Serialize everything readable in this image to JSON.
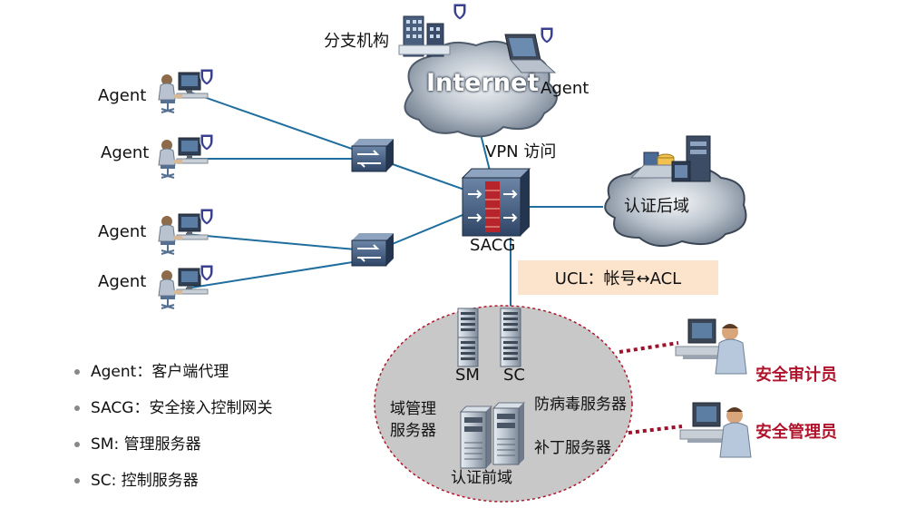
{
  "branch": {
    "label": "分支机构",
    "cloud_label": "Internet",
    "agent_label": "Agent"
  },
  "agents": [
    {
      "label": "Agent"
    },
    {
      "label": "Agent"
    },
    {
      "label": "Agent"
    },
    {
      "label": "Agent"
    }
  ],
  "links": {
    "vpn_label": "VPN 访问"
  },
  "gateway": {
    "label": "SACG"
  },
  "auth_cloud": {
    "label": "认证后域"
  },
  "ucl_box": {
    "text": "UCL：帐号↔ACL"
  },
  "pre_auth": {
    "label": "认证前域",
    "sm_label": "SM",
    "sc_label": "SC",
    "domain_server_label_1": "域管理",
    "domain_server_label_2": "服务器",
    "antivirus_label": "防病毒服务器",
    "patch_label": "补丁服务器"
  },
  "admins": [
    {
      "label": "安全审计员"
    },
    {
      "label": "安全管理员"
    }
  ],
  "legend": [
    {
      "text": "Agent：客户端代理"
    },
    {
      "text": "SACG：安全接入控制网关"
    },
    {
      "text": "SM:  管理服务器"
    },
    {
      "text": "SC: 控制服务器"
    }
  ],
  "colors": {
    "link_line": "#1f6e9e",
    "admin_link": "#a0102a",
    "ellipse_fill": "#c8c8c8",
    "ellipse_border": "#b0142c",
    "cloud_fill": "#8a96a6",
    "ucl_fill": "#fbe3cc",
    "admin_text": "#b0142c"
  }
}
